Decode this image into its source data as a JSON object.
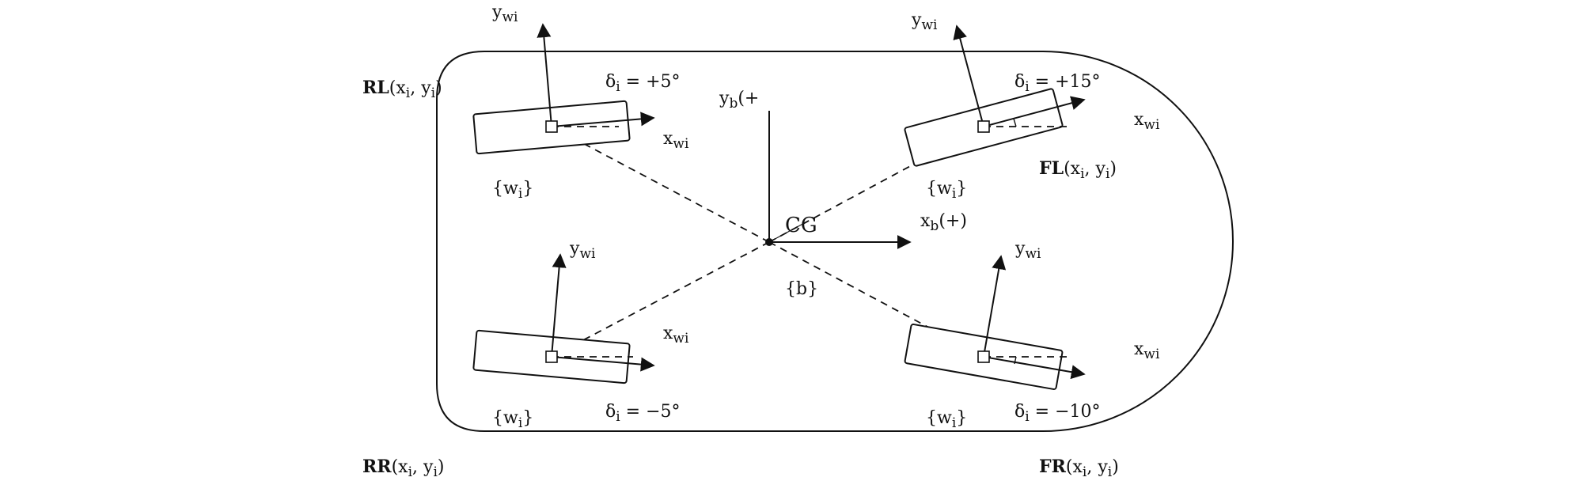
{
  "body_frame": {
    "cg_label": "CG",
    "frame_label": "{b}",
    "x_axis": {
      "main": "x",
      "sub": "b",
      "suffix": "(+)"
    },
    "y_axis": {
      "main": "y",
      "sub": "b",
      "suffix": "(+"
    }
  },
  "wheels": [
    {
      "id": "RL",
      "corner_label": {
        "name": "RL",
        "open": "(x",
        "sub1": "i",
        "mid": ", y",
        "sub2": "i",
        "close": ")"
      },
      "frame_label": {
        "open": "{w",
        "sub": "i",
        "close": "}"
      },
      "delta_label": {
        "main": "δ",
        "sub": "i",
        "value": " = +5°"
      },
      "x_label": {
        "main": "x",
        "sub": "wi"
      },
      "y_label": {
        "main": "y",
        "sub": "wi"
      },
      "steer_deg": 5
    },
    {
      "id": "FL",
      "corner_label": {
        "name": "FL",
        "open": "(x",
        "sub1": "i",
        "mid": ", y",
        "sub2": "i",
        "close": ")"
      },
      "frame_label": {
        "open": "{w",
        "sub": "i",
        "close": "}"
      },
      "delta_label": {
        "main": "δ",
        "sub": "i",
        "value": " = +15°"
      },
      "x_label": {
        "main": "x",
        "sub": "wi"
      },
      "y_label": {
        "main": "y",
        "sub": "wi"
      },
      "steer_deg": 15
    },
    {
      "id": "RR",
      "corner_label": {
        "name": "RR",
        "open": "(x",
        "sub1": "i",
        "mid": ", y",
        "sub2": "i",
        "close": ")"
      },
      "frame_label": {
        "open": "{w",
        "sub": "i",
        "close": "}"
      },
      "delta_label": {
        "main": "δ",
        "sub": "i",
        "value": " = −5°"
      },
      "x_label": {
        "main": "x",
        "sub": "wi"
      },
      "y_label": {
        "main": "y",
        "sub": "wi"
      },
      "steer_deg": -5
    },
    {
      "id": "FR",
      "corner_label": {
        "name": "FR",
        "open": "(x",
        "sub1": "i",
        "mid": ", y",
        "sub2": "i",
        "close": ")"
      },
      "frame_label": {
        "open": "{w",
        "sub": "i",
        "close": "}"
      },
      "delta_label": {
        "main": "δ",
        "sub": "i",
        "value": " = −10°"
      },
      "x_label": {
        "main": "x",
        "sub": "wi"
      },
      "y_label": {
        "main": "y",
        "sub": "wi"
      },
      "steer_deg": -10
    }
  ]
}
